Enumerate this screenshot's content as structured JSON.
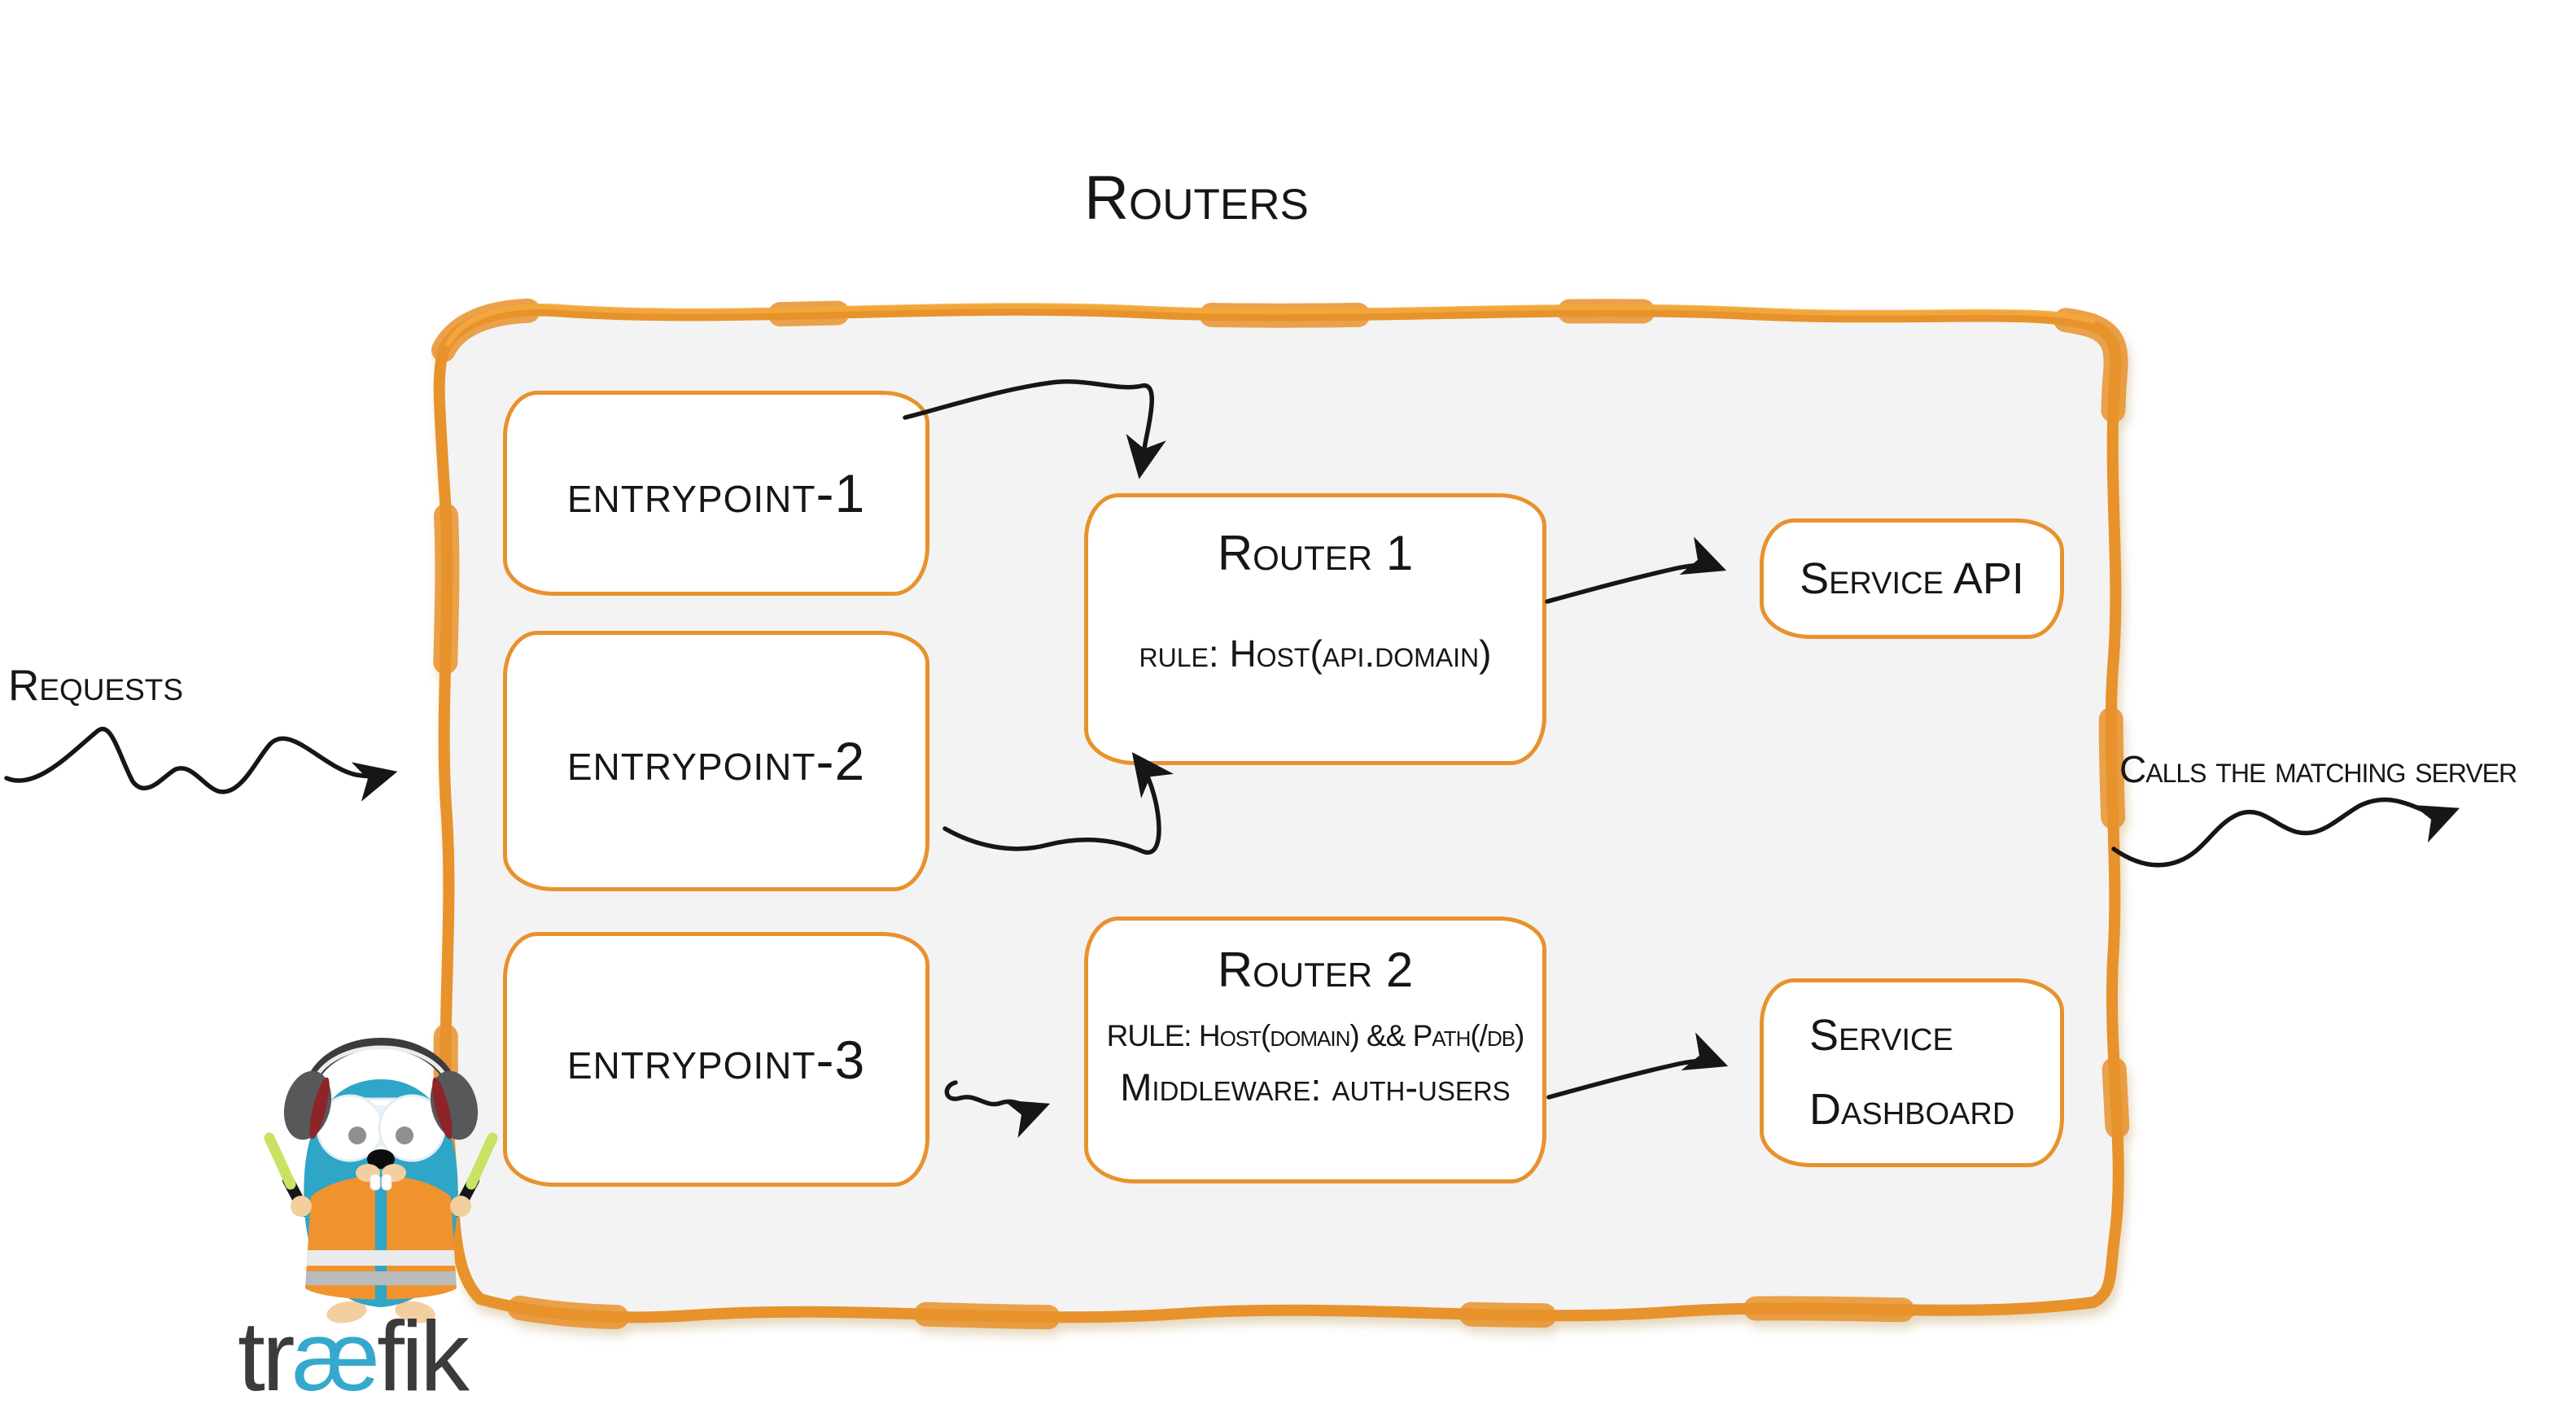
{
  "title": "Routers",
  "labels": {
    "requests": "Requests",
    "calls": "Calls the matching server"
  },
  "entrypoints": [
    "entrypoint-1",
    "entrypoint-2",
    "entrypoint-3"
  ],
  "routers": [
    {
      "name": "Router 1",
      "rule": "rule: Host(api.domain)"
    },
    {
      "name": "Router 2",
      "rule": "RULE: Host(domain) && Path(/db)",
      "middleware": "Middleware: auth-users"
    }
  ],
  "services": [
    {
      "label": "Service API"
    },
    {
      "label": "Service Dashboard"
    }
  ],
  "logo": {
    "wordmark_pre": "tr",
    "wordmark_ae": "æ",
    "wordmark_post": "fik"
  },
  "icons": {
    "container_outline": "hand-drawn-orange-frame",
    "arrows": "scribble-black-arrow",
    "mascot": "traefik-gopher"
  },
  "colors": {
    "accent_orange": "#e8922c",
    "container_fill": "#f3f3f4",
    "ink": "#161616",
    "logo_blue": "#35a9cd",
    "logo_dark": "#3b3b3c",
    "gopher_body": "#2fa5c7",
    "vest_orange": "#f0932e",
    "stick_green": "#c8e264"
  }
}
